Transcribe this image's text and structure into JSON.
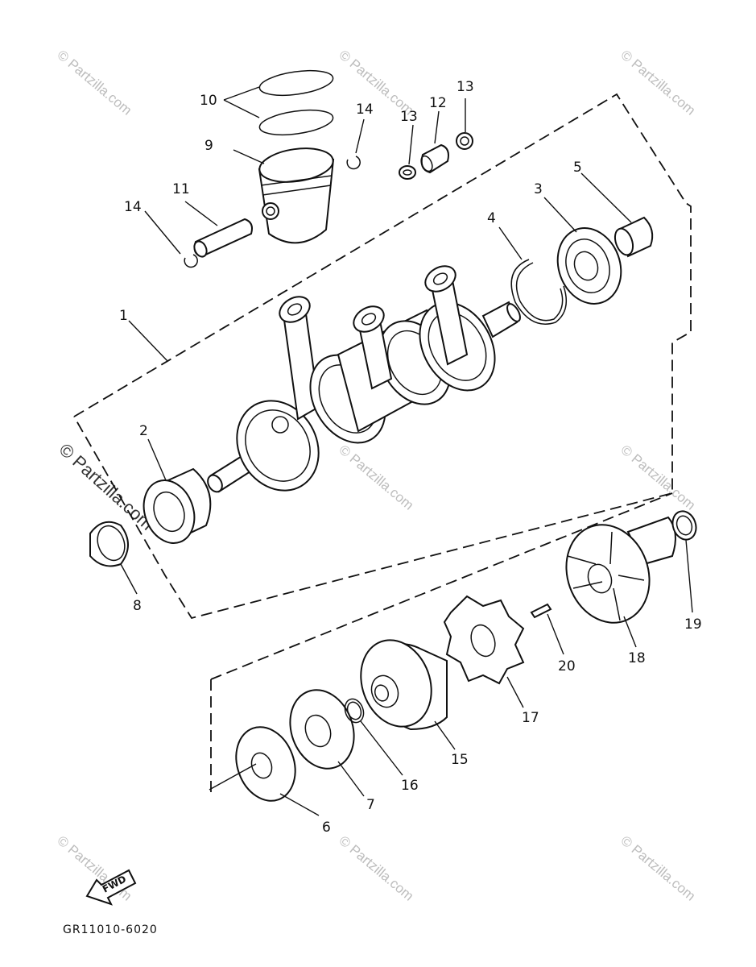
{
  "diagram_code": "GR11010-6020",
  "fwd_label": "FWD",
  "watermark": "© Partzilla.com",
  "callouts": {
    "c1": "1",
    "c2": "2",
    "c3": "3",
    "c4": "4",
    "c5": "5",
    "c6": "6",
    "c7": "7",
    "c8": "8",
    "c9": "9",
    "c10": "10",
    "c11": "11",
    "c12": "12",
    "c13a": "13",
    "c13b": "13",
    "c14a": "14",
    "c14b": "14",
    "c15": "15",
    "c16": "16",
    "c17": "17",
    "c18": "18",
    "c19": "19",
    "c20": "20"
  }
}
